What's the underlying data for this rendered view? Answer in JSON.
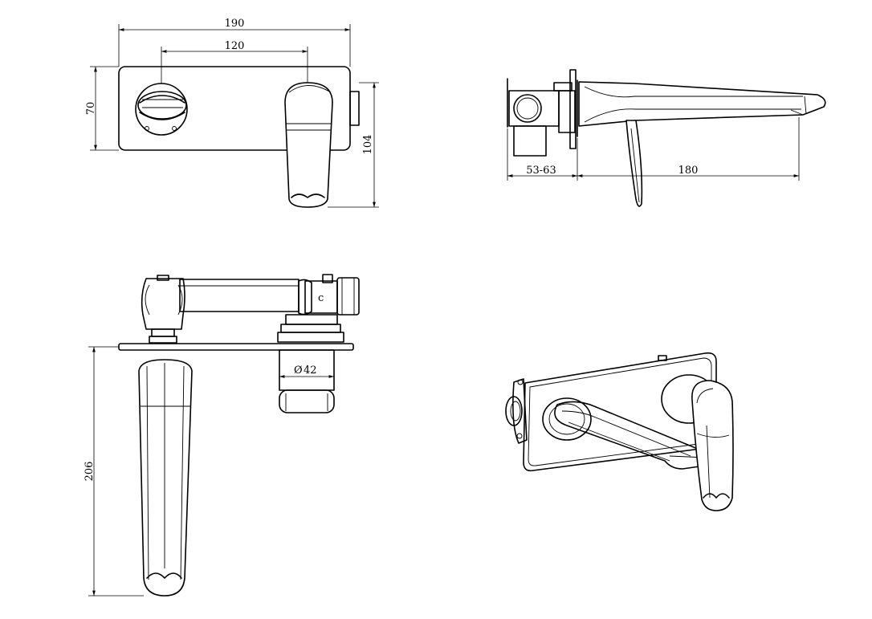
{
  "dimensions": {
    "front_width": "190",
    "front_centers": "120",
    "front_plate_height": "70",
    "front_total_height": "104",
    "side_wall_depth": "53-63",
    "side_spout_reach": "180",
    "top_spout_length": "206",
    "top_body_diameter": "42"
  },
  "views": [
    "front-view",
    "side-view",
    "top-view",
    "isometric-view"
  ]
}
